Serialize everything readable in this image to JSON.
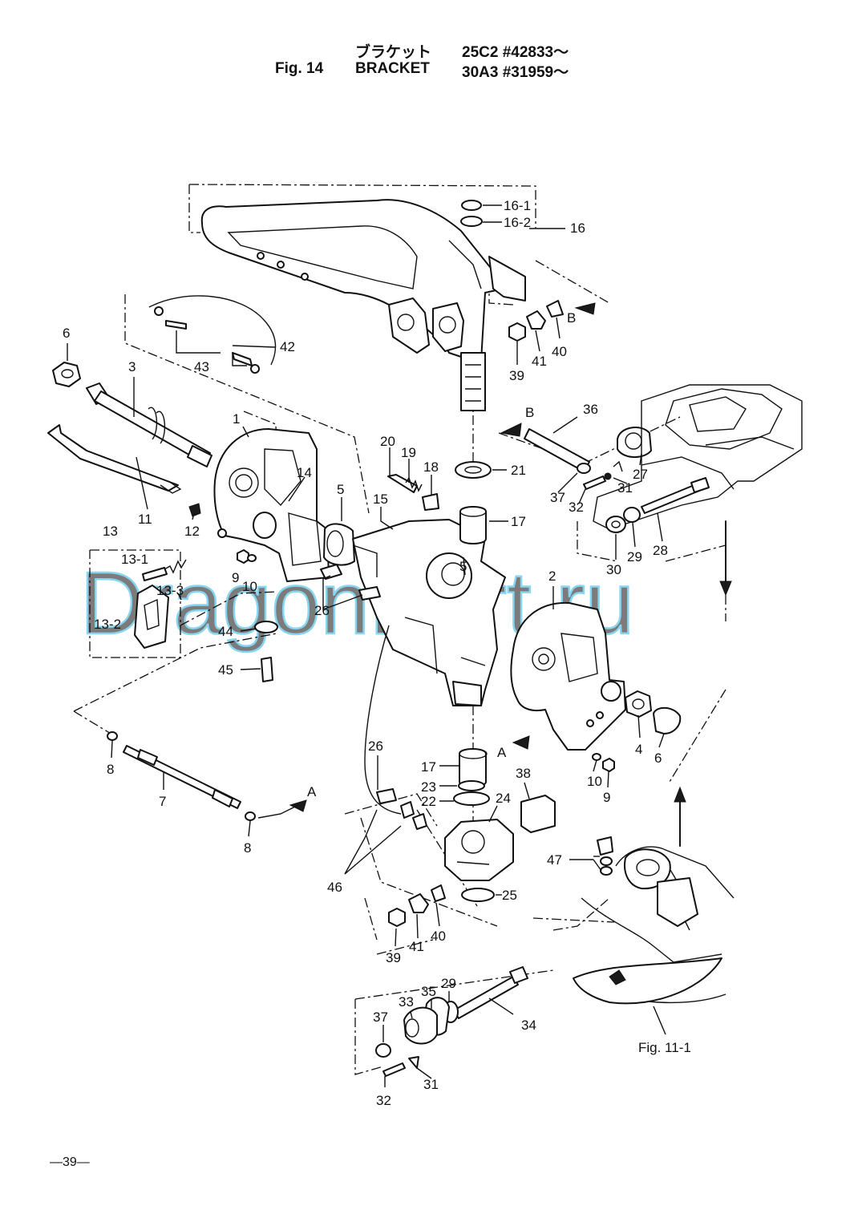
{
  "header": {
    "jp_title": "ブラケット",
    "fig_label": "Fig. 14",
    "en_title": "BRACKET",
    "model_1": "25C2 #42833～",
    "model_2": "30A3 #31959～"
  },
  "watermark": "DragonPart.ru",
  "page_number": "—39—",
  "reference_label": "Fig. 11-1",
  "section_marks": {
    "a1": "A",
    "a2": "A",
    "b1": "B",
    "b2": "B"
  },
  "callouts": {
    "p1": "1",
    "p2": "2",
    "p3": "3",
    "p4": "4",
    "p5a": "5",
    "p5b": "5",
    "p6a": "6",
    "p6b": "6",
    "p7": "7",
    "p8a": "8",
    "p8b": "8",
    "p9a": "9",
    "p9b": "9",
    "p10a": "10",
    "p10b": "10",
    "p11": "11",
    "p12": "12",
    "p13": "13",
    "p13_1": "13-1",
    "p13_2": "13-2",
    "p13_3": "13-3",
    "p14": "14",
    "p15": "15",
    "p16": "16",
    "p16_1": "16-1",
    "p16_2": "16-2",
    "p17a": "17",
    "p17b": "17",
    "p18": "18",
    "p19": "19",
    "p20": "20",
    "p21": "21",
    "p22": "22",
    "p23": "23",
    "p24": "24",
    "p25": "25",
    "p26a": "26",
    "p26b": "26",
    "p27": "27",
    "p28": "28",
    "p29a": "29",
    "p29b": "29",
    "p30": "30",
    "p31a": "31",
    "p31b": "31",
    "p32a": "32",
    "p32b": "32",
    "p33": "33",
    "p34": "34",
    "p35": "35",
    "p36": "36",
    "p37a": "37",
    "p37b": "37",
    "p38": "38",
    "p39a": "39",
    "p39b": "39",
    "p40a": "40",
    "p40b": "40",
    "p41a": "41",
    "p41b": "41",
    "p42": "42",
    "p43": "43",
    "p44": "44",
    "p45": "45",
    "p46": "46",
    "p47": "47"
  }
}
